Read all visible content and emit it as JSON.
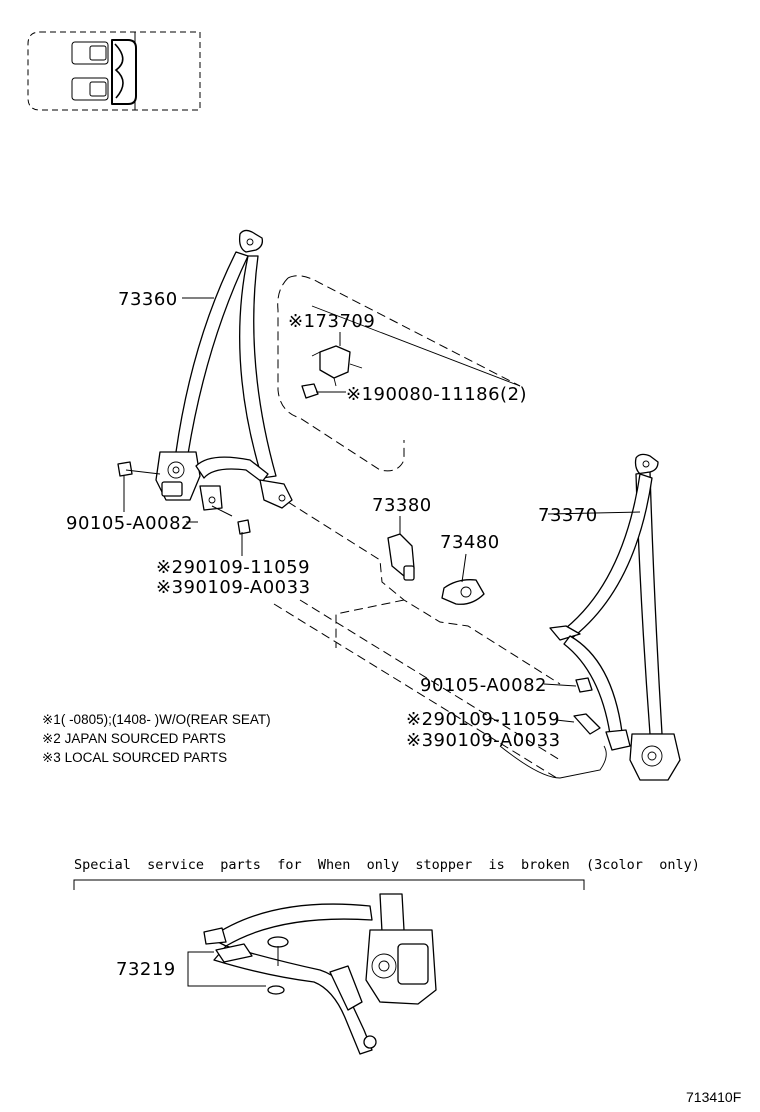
{
  "labels": {
    "belt_front_left": "73360",
    "belt_front_right": "73370",
    "cover_73709": "※173709",
    "screw_90080": "※190080-11186(2)",
    "bolt_left_a0082": "90105-A0082",
    "bolt_left_11059": "※290109-11059",
    "bolt_left_a0033": "※390109-A0033",
    "clip_73380": "73380",
    "clip_73480": "73480",
    "bolt_right_a0082": "90105-A0082",
    "bolt_right_11059": "※290109-11059",
    "bolt_right_a0033": "※390109-A0033",
    "stopper_73219": "73219"
  },
  "notes": [
    "※1(    -0805);(1408-    )W/O(REAR SEAT)",
    "※2 JAPAN SOURCED PARTS",
    "※3 LOCAL SOURCED PARTS"
  ],
  "special_caption": "Special  service  parts  for  When  only  stopper  is  broken  (3color  only)",
  "figure_number": "713410F"
}
